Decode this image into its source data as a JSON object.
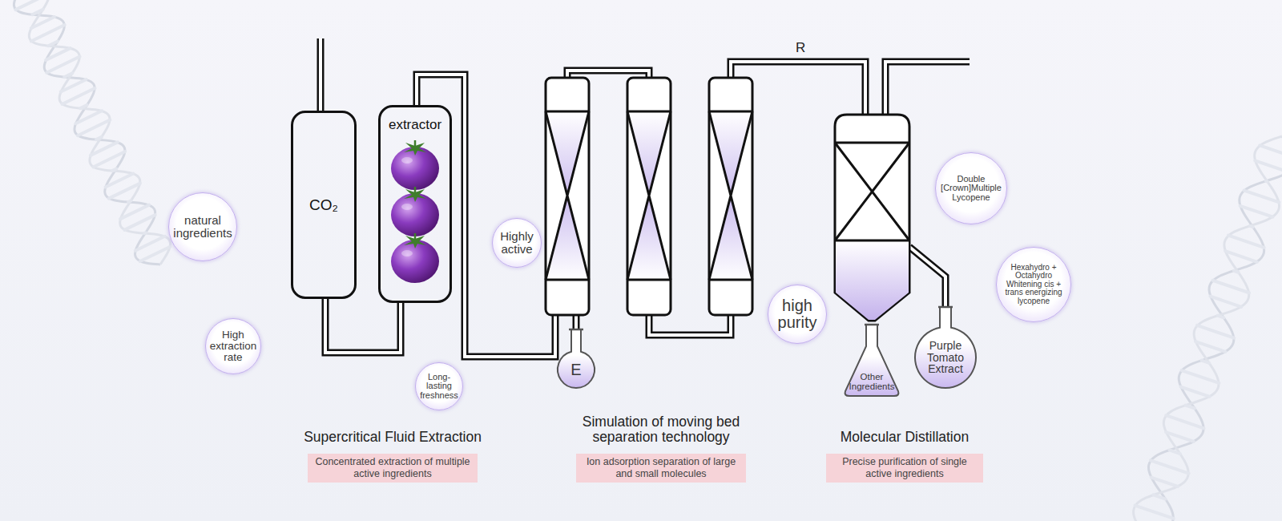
{
  "diagram": {
    "nodes": [
      {
        "text": [
          "natural ingredients"
        ]
      },
      {
        "text": [
          "CO₂"
        ]
      },
      {
        "text": [
          "extractor"
        ]
      },
      {
        "text": [
          "High extraction rate"
        ]
      },
      {
        "text": [
          "Long-lasting freshness"
        ]
      },
      {
        "text": [
          "Highly active"
        ]
      },
      {
        "text": [
          "E"
        ]
      },
      {
        "text": [
          "high purity"
        ]
      },
      {
        "text": [
          "Double [Crown]Multiple Lycopene"
        ]
      },
      {
        "text": [
          "Hexahydro + Octahydro Whitening cis + trans energizing lycopene"
        ]
      },
      {
        "text": [
          "Other Ingredients"
        ]
      },
      {
        "text": [
          "Purple Tomato Extract"
        ]
      },
      {
        "text": [
          "Supercritical Fluid Extraction",
          "Concentrated extraction of multiple active ingredients"
        ]
      },
      {
        "text": [
          "Simulation of moving bed separation technology",
          "Ion adsorption separation of large and small molecules"
        ]
      },
      {
        "text": [
          "Molecular Distillation",
          "Precise purification of single active ingredients"
        ]
      }
    ],
    "edges": [
      {
        "from": 1,
        "to": 2,
        "arrow": "none"
      }
    ],
    "labels": [
      "R"
    ]
  }
}
